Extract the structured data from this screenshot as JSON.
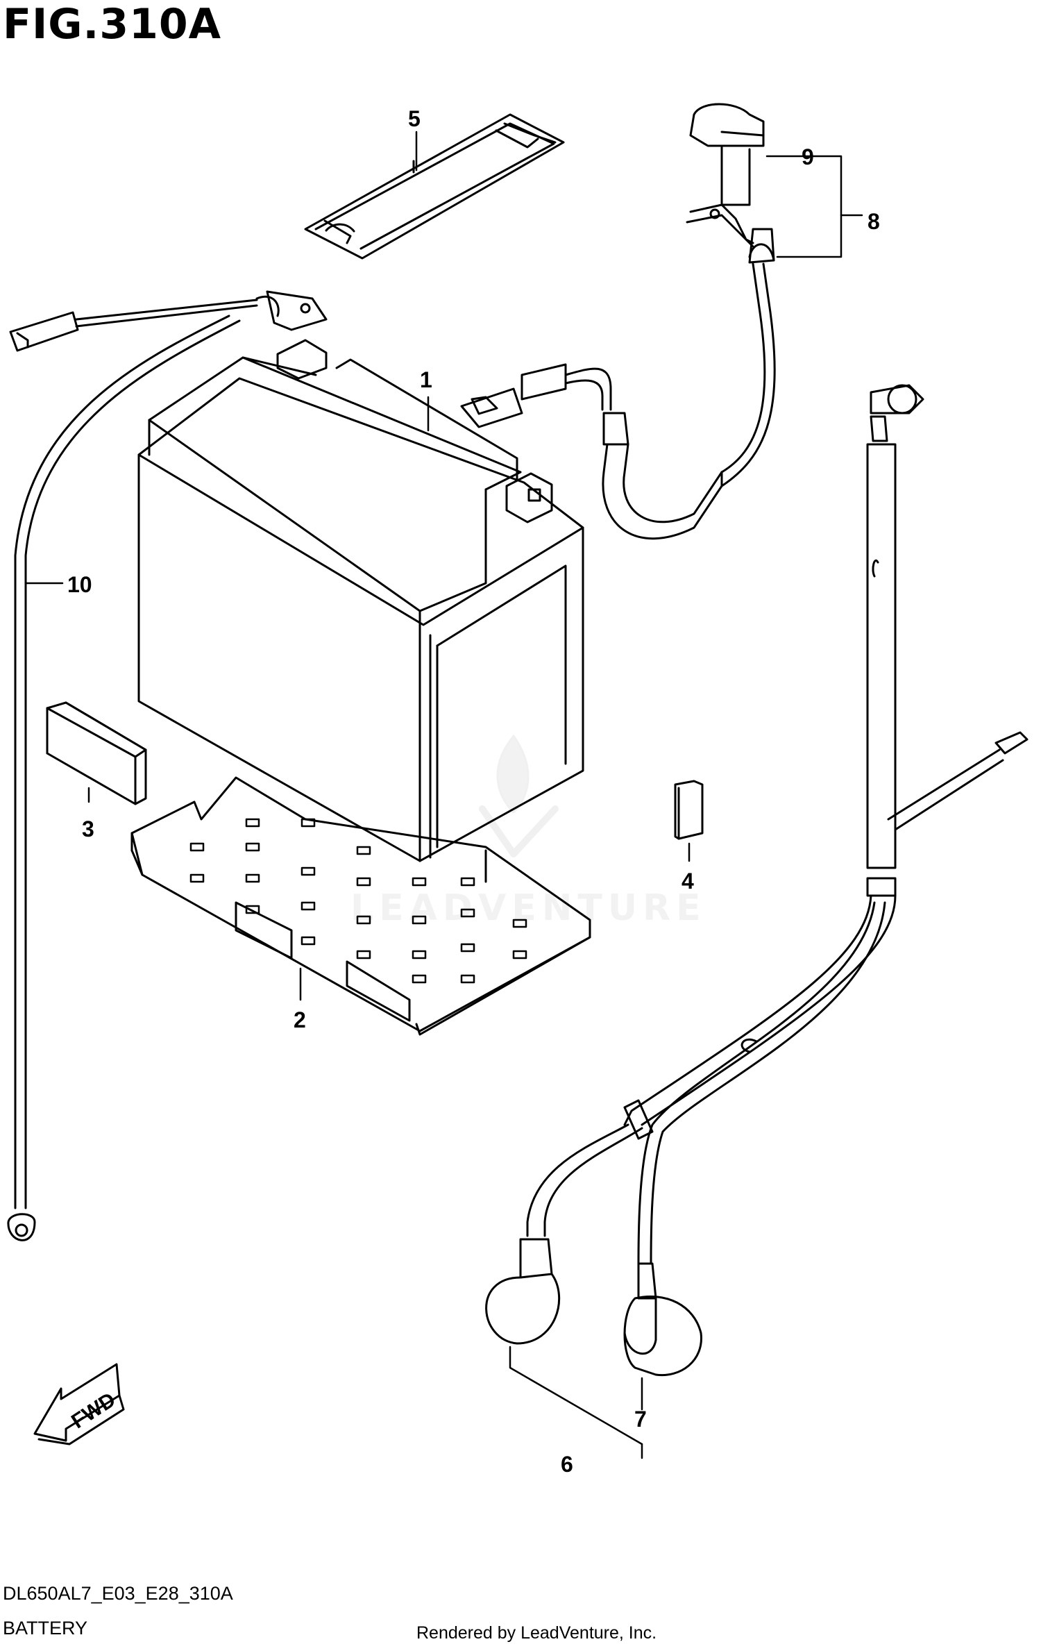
{
  "figure": {
    "title": "FIG.310A",
    "code": "DL650AL7_E03_E28_310A",
    "name": "BATTERY",
    "rendered_by": "Rendered by LeadVenture, Inc."
  },
  "watermark": {
    "text": "LEADVENTURE"
  },
  "fwd": {
    "label": "FWD"
  },
  "callouts": [
    "1",
    "2",
    "3",
    "4",
    "5",
    "6",
    "7",
    "8",
    "9",
    "10"
  ]
}
